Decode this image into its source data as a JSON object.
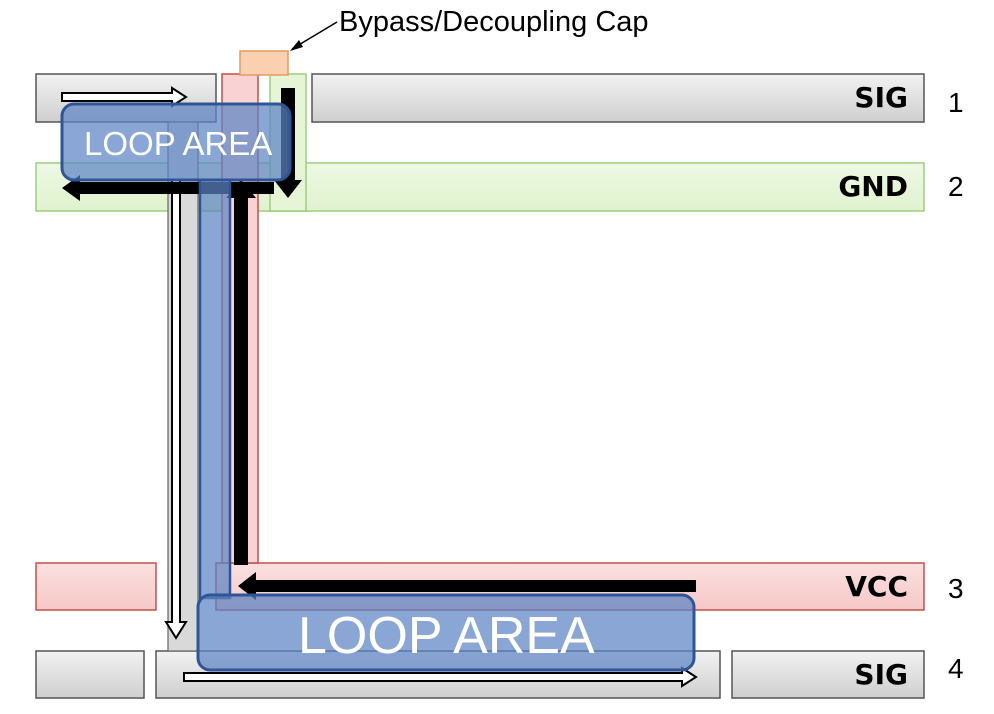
{
  "capacitor": {
    "label": "Bypass/Decoupling Cap"
  },
  "layers": [
    {
      "name": "SIG",
      "number": "1"
    },
    {
      "name": "GND",
      "number": "2"
    },
    {
      "name": "VCC",
      "number": "3"
    },
    {
      "name": "SIG",
      "number": "4"
    }
  ],
  "loops": [
    {
      "label": "LOOP AREA"
    },
    {
      "label": "LOOP AREA"
    }
  ],
  "colors": {
    "sig_fill": "#d9d9d9",
    "gnd_fill": "#e6f5d6",
    "vcc_fill": "#f9d3d3",
    "cap_fill": "#fbd0b0",
    "loop_fill": "#5b84c4"
  }
}
